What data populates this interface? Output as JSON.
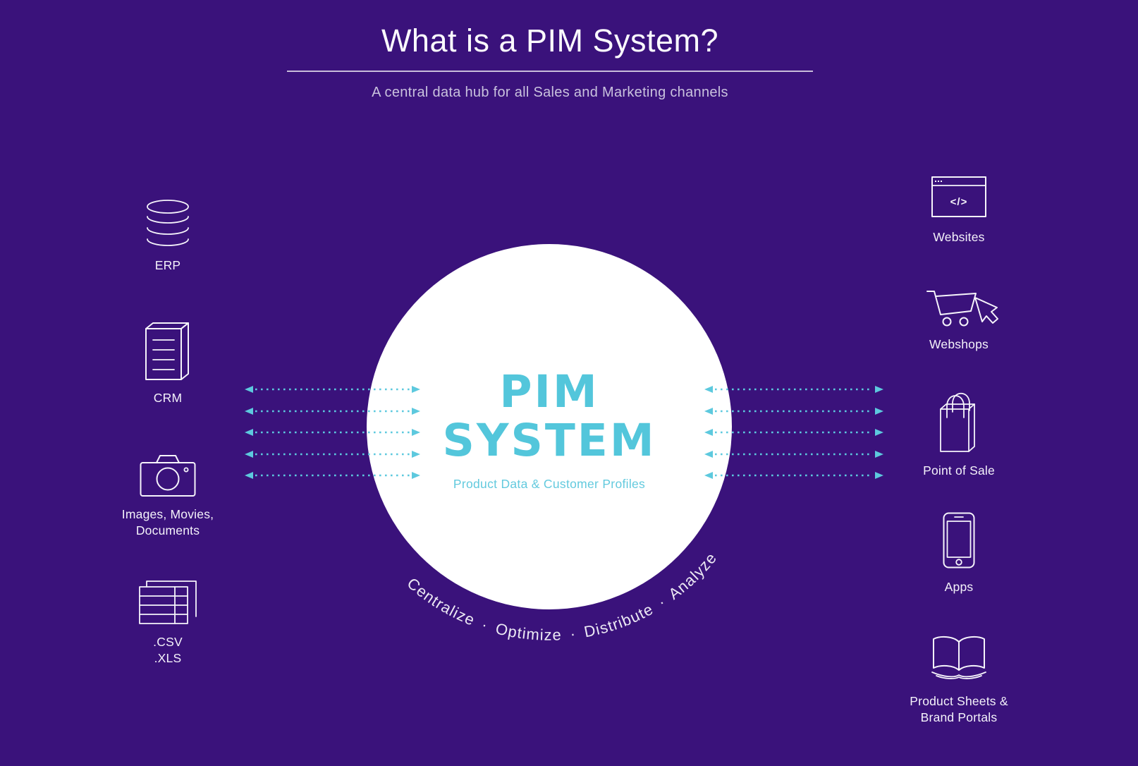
{
  "header": {
    "title": "What is a PIM System?",
    "subtitle": "A central data hub for all Sales and Marketing channels"
  },
  "center": {
    "name_line1": "PIM",
    "name_line2": "SYSTEM",
    "description": "Product Data & Customer Profiles",
    "tagline": "Centralize · Optimize · Distribute · Analyze"
  },
  "sources": [
    {
      "label": "ERP",
      "icon": "database-icon"
    },
    {
      "label": "CRM",
      "icon": "document-stack-icon"
    },
    {
      "label_line1": "Images, Movies,",
      "label_line2": "Documents",
      "icon": "camera-icon"
    },
    {
      "label_line1": ".CSV",
      "label_line2": ".XLS",
      "icon": "spreadsheet-icon"
    }
  ],
  "channels": [
    {
      "label": "Websites",
      "icon": "browser-code-icon",
      "glyph": "</>"
    },
    {
      "label": "Webshops",
      "icon": "cart-cursor-icon"
    },
    {
      "label": "Point of Sale",
      "icon": "shopping-bag-icon"
    },
    {
      "label": "Apps",
      "icon": "smartphone-icon"
    },
    {
      "label_line1": "Product Sheets &",
      "label_line2": "Brand Portals",
      "icon": "open-book-icon"
    }
  ],
  "colors": {
    "background": "#3A127B",
    "accent_teal": "#5DC9DE",
    "icon_stroke": "#FFFFFF",
    "circle_fill": "#FFFFFF"
  }
}
